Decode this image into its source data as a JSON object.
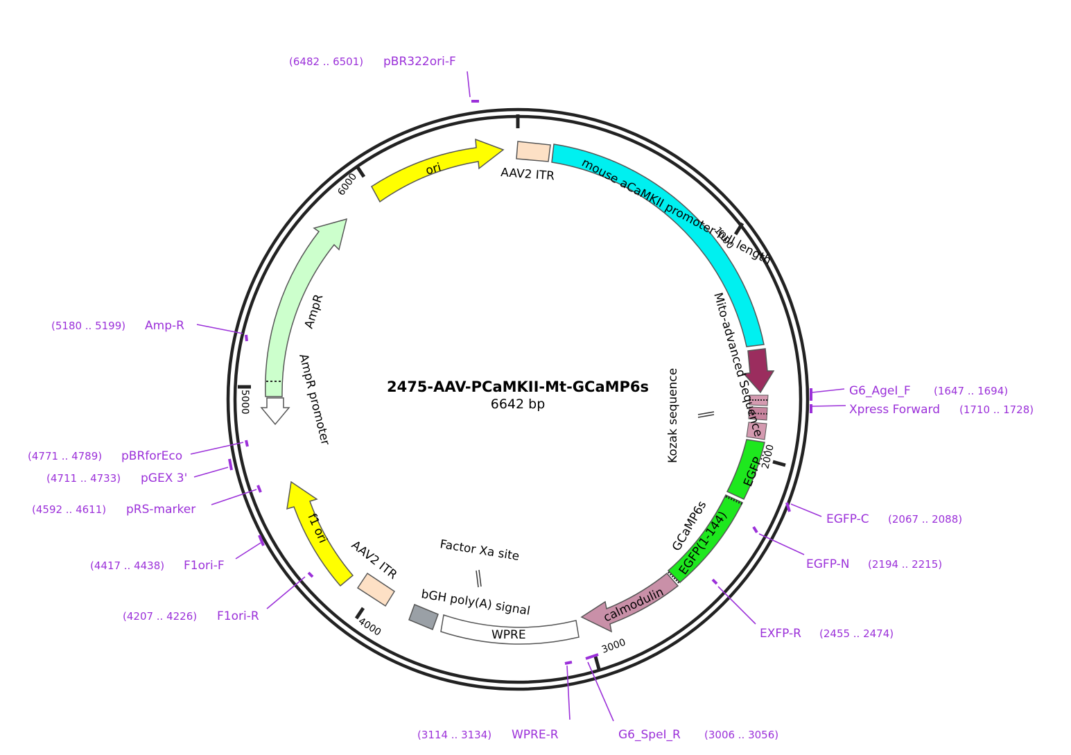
{
  "plasmid": {
    "name": "2475-AAV-PCaMKII-Mt-GCaMP6s",
    "length_label": "6642 bp",
    "length_bp": 6642
  },
  "ticks": [
    "1000",
    "2000",
    "3000",
    "4000",
    "5000",
    "6000"
  ],
  "features": [
    {
      "id": "aav2-itr-top",
      "label": "AAV2 ITR",
      "color": "#fde0c5"
    },
    {
      "id": "camkii-promoter",
      "label": "mouse aCaMKII promoter full length",
      "color": "#00f0f0"
    },
    {
      "id": "mito-sequence",
      "label": "Mito-advanced Sequence",
      "color": "#9b2d5e"
    },
    {
      "id": "kozak",
      "label": "Kozak sequence",
      "color": "#000000"
    },
    {
      "id": "egfp-c",
      "label": "EGFP...",
      "color": "#1ee81e"
    },
    {
      "id": "egfp-1-144",
      "label": "EGFP(1-144)",
      "color": "#1ee81e"
    },
    {
      "id": "gcamp6s",
      "label": "GCaMP6s",
      "color": "#d49ab0"
    },
    {
      "id": "calmodulin",
      "label": "calmodulin",
      "color": "#c990a8"
    },
    {
      "id": "wpre",
      "label": "WPRE",
      "color": "#ffffff"
    },
    {
      "id": "bgh-polya",
      "label": "bGH poly(A) signal",
      "color": "#9aa0a6"
    },
    {
      "id": "factor-xa",
      "label": "Factor Xa site",
      "color": "#000000"
    },
    {
      "id": "aav2-itr-bottom",
      "label": "AAV2 ITR",
      "color": "#fde0c5"
    },
    {
      "id": "f1-ori",
      "label": "f1 ori",
      "color": "#ffff00"
    },
    {
      "id": "ampr-promoter",
      "label": "AmpR promoter",
      "color": "#ffffff"
    },
    {
      "id": "ampr",
      "label": "AmpR",
      "color": "#ccffcc"
    },
    {
      "id": "ori",
      "label": "ori",
      "color": "#ffff00"
    }
  ],
  "primers": [
    {
      "id": "pbr322ori-f",
      "name": "pBR322ori-F",
      "range": "(6482 .. 6501)"
    },
    {
      "id": "amp-r",
      "name": "Amp-R",
      "range": "(5180 .. 5199)"
    },
    {
      "id": "pbrforeco",
      "name": "pBRforEco",
      "range": "(4771 .. 4789)"
    },
    {
      "id": "pgex3",
      "name": "pGEX 3'",
      "range": "(4711 .. 4733)"
    },
    {
      "id": "prs-marker",
      "name": "pRS-marker",
      "range": "(4592 .. 4611)"
    },
    {
      "id": "f1ori-f",
      "name": "F1ori-F",
      "range": "(4417 .. 4438)"
    },
    {
      "id": "f1ori-r",
      "name": "F1ori-R",
      "range": "(4207 .. 4226)"
    },
    {
      "id": "wpre-r",
      "name": "WPRE-R",
      "range": "(3114 .. 3134)"
    },
    {
      "id": "g6-spei-r",
      "name": "G6_SpeI_R",
      "range": "(3006 .. 3056)"
    },
    {
      "id": "exfp-r",
      "name": "EXFP-R",
      "range": "(2455 .. 2474)"
    },
    {
      "id": "egfp-n",
      "name": "EGFP-N",
      "range": "(2194 .. 2215)"
    },
    {
      "id": "egfp-c-primer",
      "name": "EGFP-C",
      "range": "(2067 .. 2088)"
    },
    {
      "id": "xpress-forward",
      "name": "Xpress Forward",
      "range": "(1710 .. 1728)"
    },
    {
      "id": "g6-agei-f",
      "name": "G6_AgeI_F",
      "range": "(1647 .. 1694)"
    }
  ],
  "colors": {
    "primer": "#9b30d9",
    "backbone": "#222222"
  }
}
